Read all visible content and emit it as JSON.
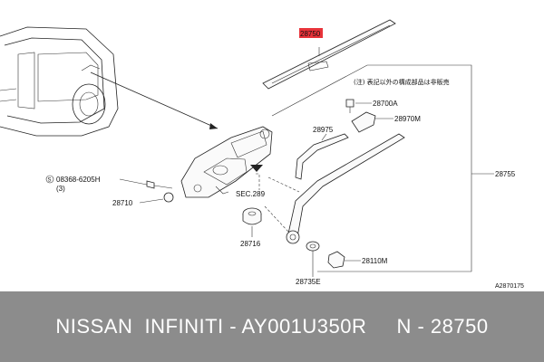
{
  "labels": {
    "blade": "28750",
    "note": "(注) 表記以外の構成部品は非販売",
    "nut_a": "28700A",
    "cap_m": "28970M",
    "arm_insert": "28975",
    "arm_assy": "28755",
    "screw": "08368-6205H",
    "screw_qty": "(3)",
    "motor": "28710",
    "section": "SEC.289",
    "grommet": "28716",
    "nut_m": "28110M",
    "washer": "28735E",
    "diagram_code": "A2870175"
  },
  "highlight_color": "#e8333a",
  "footer": {
    "text": "NISSAN  INFINITI - AY001U350R     N - 28750"
  }
}
